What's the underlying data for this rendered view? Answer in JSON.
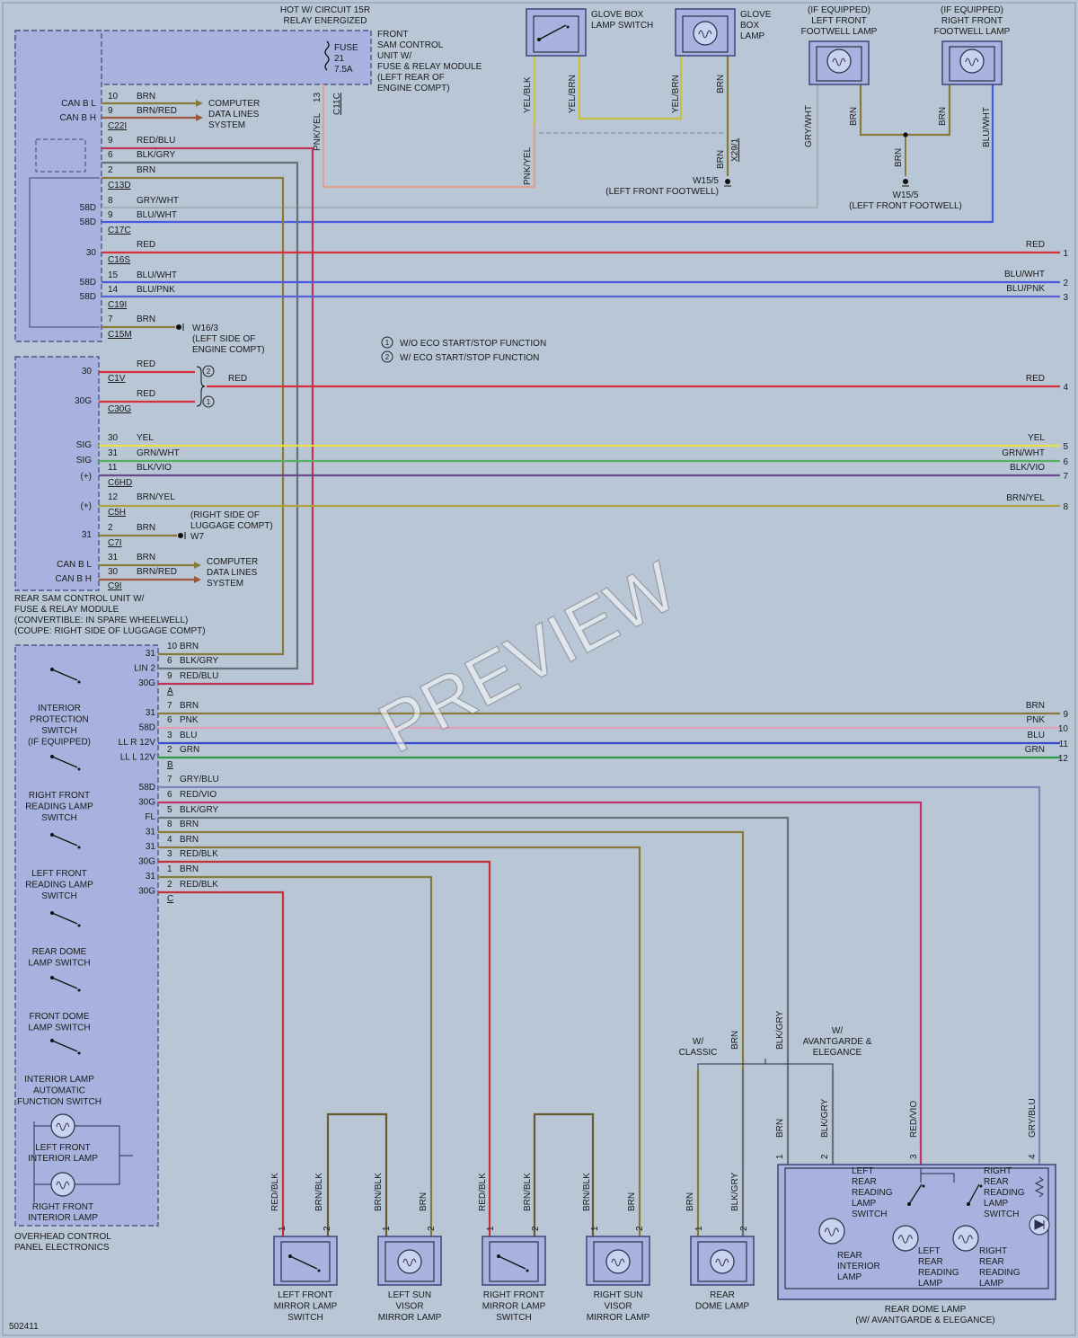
{
  "colors": {
    "background": "#b8c6d6",
    "module_fill": "#a7b3de",
    "RED": "#d7303b",
    "BRN": "#8a7a3a",
    "BLU": "#3a4ad0",
    "GRY": "#8a8f98",
    "YEL": "#e8e045",
    "GRN": "#2e9a4a",
    "PNK": "#e0a0b8",
    "VIO": "#7d4aa0",
    "GRY/WHT": "#a7afbb",
    "BLU/WHT": "#4a5ae0",
    "BLU/PNK": "#5a60d8",
    "GRN/WHT": "#55b060",
    "BLK/VIO": "#6a4a8a",
    "BRN/YEL": "#b0a23a",
    "PNK/YEL": "#e0a090",
    "YEL/BLK": "#c8c050",
    "YEL/BRN": "#c8c040",
    "BLK/GRY": "#6a6f78",
    "RED/BLU": "#c0305a",
    "RED/VIO": "#c8306a",
    "RED/BLK": "#c83038",
    "GRY/BLU": "#7a88b8",
    "BRN/RED": "#9a5a3a",
    "BRN/BLK": "#6a5a30"
  },
  "header": {
    "hot_line1": "HOT W/ CIRCUIT 15R",
    "hot_line2": "RELAY ENERGIZED"
  },
  "fuse": {
    "label": "FUSE",
    "number": "21",
    "amp": "7.5A"
  },
  "front_sam": {
    "lines": [
      "FRONT",
      "SAM CONTROL",
      "UNIT W/",
      "FUSE & RELAY MODULE",
      "(LEFT REAR OF",
      "ENGINE COMPT)"
    ]
  },
  "glove_switch": {
    "lines": [
      "GLOVE BOX",
      "LAMP SWITCH"
    ]
  },
  "glove_lamp": {
    "lines": [
      "GLOVE",
      "BOX",
      "LAMP"
    ]
  },
  "lf_footwell": {
    "lines": [
      "(IF EQUIPPED)",
      "LEFT FRONT",
      "FOOTWELL LAMP"
    ]
  },
  "rf_footwell": {
    "lines": [
      "(IF EQUIPPED)",
      "RIGHT FRONT",
      "FOOTWELL LAMP"
    ]
  },
  "grounds": {
    "w15_a": "W15/5",
    "w15_a_loc": "(LEFT FRONT FOOTWELL)",
    "w15_b": "W15/5",
    "w15_b_loc": "(LEFT FRONT FOOTWELL)",
    "w16": [
      "W16/3",
      "(LEFT SIDE OF",
      "ENGINE COMPT)"
    ],
    "w7": [
      "(RIGHT SIDE OF",
      "LUGGAGE COMPT)",
      "W7"
    ]
  },
  "computer_data_lines": [
    "COMPUTER",
    "DATA LINES",
    "SYSTEM"
  ],
  "front_pins": {
    "can_bl": "CAN B L",
    "can_bh": "CAN B H",
    "p58d": "58D",
    "p30": "30"
  },
  "connectors": {
    "c22i": "C22I",
    "c13d": "C13D",
    "c17c": "C17C",
    "c16s": "C16S",
    "c19i": "C19I",
    "c15m": "C15M",
    "c11c": "C11C",
    "x29": "X29/1",
    "c1v": "C1V",
    "c30g": "C30G",
    "c6hd": "C6HD",
    "c5h": "C5H",
    "c7i": "C7I",
    "c9i": "C9I",
    "a": "A",
    "b": "B",
    "c": "C"
  },
  "legend": [
    {
      "mark": "1",
      "text": "W/O ECO START/STOP FUNCTION"
    },
    {
      "mark": "2",
      "text": "W/ ECO START/STOP FUNCTION"
    }
  ],
  "rear_sam": {
    "lines": [
      "REAR SAM CONTROL UNIT W/",
      "FUSE & RELAY MODULE",
      "(CONVERTIBLE: IN SPARE WHEELWELL)",
      "(COUPE: RIGHT SIDE OF LUGGAGE COMPT)"
    ],
    "pins": {
      "p30": "30",
      "p30g": "30G",
      "sig": "SIG",
      "plus": "(+)",
      "p31": "31",
      "can_bl": "CAN B L",
      "can_bh": "CAN B H"
    }
  },
  "overhead": {
    "title": [
      "OVERHEAD CONTROL",
      "PANEL ELECTRONICS"
    ],
    "switches": [
      [
        "INTERIOR",
        "PROTECTION",
        "SWITCH",
        "(IF EQUIPPED)"
      ],
      [
        "RIGHT FRONT",
        "READING LAMP",
        "SWITCH"
      ],
      [
        "LEFT FRONT",
        "READING LAMP",
        "SWITCH"
      ],
      [
        "REAR DOME",
        "LAMP SWITCH"
      ],
      [
        "FRONT DOME",
        "LAMP SWITCH"
      ],
      [
        "INTERIOR LAMP",
        "AUTOMATIC",
        "FUNCTION SWITCH"
      ]
    ],
    "lamps": [
      [
        "LEFT FRONT",
        "INTERIOR LAMP"
      ],
      [
        "RIGHT FRONT",
        "INTERIOR LAMP"
      ]
    ],
    "pins_a": [
      "31",
      "LIN 2",
      "30G"
    ],
    "pins_b": [
      "31",
      "58D",
      "LL R 12V",
      "LL L 12V"
    ],
    "pins_c": [
      "58D",
      "30G",
      "FL",
      "31",
      "31",
      "30G",
      "31",
      "30G"
    ]
  },
  "wires_top": [
    {
      "pin": "10",
      "color": "BRN"
    },
    {
      "pin": "9",
      "color": "BRN/RED"
    },
    {
      "pin": "9",
      "color": "RED/BLU"
    },
    {
      "pin": "6",
      "color": "BLK/GRY"
    },
    {
      "pin": "2",
      "color": "BRN"
    },
    {
      "pin": "8",
      "color": "GRY/WHT"
    },
    {
      "pin": "9",
      "color": "BLU/WHT"
    },
    {
      "pin": "",
      "color": "RED"
    },
    {
      "pin": "15",
      "color": "BLU/WHT"
    },
    {
      "pin": "14",
      "color": "BLU/PNK"
    },
    {
      "pin": "7",
      "color": "BRN"
    }
  ],
  "wires_rear": [
    {
      "pin": "",
      "color": "RED"
    },
    {
      "pin": "",
      "color": "RED"
    },
    {
      "pin": "30",
      "color": "YEL"
    },
    {
      "pin": "31",
      "color": "GRN/WHT"
    },
    {
      "pin": "11",
      "color": "BLK/VIO"
    },
    {
      "pin": "12",
      "color": "BRN/YEL"
    },
    {
      "pin": "2",
      "color": "BRN"
    },
    {
      "pin": "31",
      "color": "BRN"
    },
    {
      "pin": "30",
      "color": "BRN/RED"
    }
  ],
  "wires_overhead": [
    {
      "pin": "10",
      "color": "BRN"
    },
    {
      "pin": "6",
      "color": "BLK/GRY"
    },
    {
      "pin": "9",
      "color": "RED/BLU"
    },
    {
      "pin": "7",
      "color": "BRN"
    },
    {
      "pin": "6",
      "color": "PNK"
    },
    {
      "pin": "3",
      "color": "BLU"
    },
    {
      "pin": "2",
      "color": "GRN"
    },
    {
      "pin": "7",
      "color": "GRY/BLU"
    },
    {
      "pin": "6",
      "color": "RED/VIO"
    },
    {
      "pin": "5",
      "color": "BLK/GRY"
    },
    {
      "pin": "8",
      "color": "BRN"
    },
    {
      "pin": "4",
      "color": "BRN"
    },
    {
      "pin": "3",
      "color": "RED/BLK"
    },
    {
      "pin": "1",
      "color": "BRN"
    },
    {
      "pin": "2",
      "color": "RED/BLK"
    }
  ],
  "right_labels": [
    {
      "color": "RED",
      "ref": "1"
    },
    {
      "color": "BLU/WHT",
      "ref": "2"
    },
    {
      "color": "BLU/PNK",
      "ref": "3"
    },
    {
      "color": "RED",
      "ref": "4"
    },
    {
      "color": "YEL",
      "ref": "5"
    },
    {
      "color": "GRN/WHT",
      "ref": "6"
    },
    {
      "color": "BLK/VIO",
      "ref": "7"
    },
    {
      "color": "BRN/YEL",
      "ref": "8"
    },
    {
      "color": "BRN",
      "ref": "9"
    },
    {
      "color": "PNK",
      "ref": "10"
    },
    {
      "color": "BLU",
      "ref": "11"
    },
    {
      "color": "GRN",
      "ref": "12"
    }
  ],
  "red_mid": "RED",
  "vertical_labels": {
    "pnk_yel": "PNK/YEL",
    "yel_blk": "YEL/BLK",
    "yel_brn_a": "YEL/BRN",
    "yel_brn_b": "YEL/BRN",
    "brn": "BRN",
    "gry_wht": "GRY/WHT",
    "blu_wht": "BLU/WHT",
    "blk_gry": "BLK/GRY",
    "red_vio": "RED/VIO",
    "gry_blu": "GRY/BLU",
    "red_blk": "RED/BLK",
    "brn_blk": "BRN/BLK",
    "pin1": "1",
    "pin2": "2",
    "pin3": "3",
    "pin4": "4",
    "pin13": "13"
  },
  "options": {
    "classic": [
      "W/",
      "CLASSIC"
    ],
    "avantgarde": [
      "W/",
      "AVANTGARDE &",
      "ELEGANCE"
    ]
  },
  "bottom_components": [
    [
      "LEFT FRONT",
      "MIRROR LAMP",
      "SWITCH"
    ],
    [
      "LEFT SUN",
      "VISOR",
      "MIRROR LAMP"
    ],
    [
      "RIGHT FRONT",
      "MIRROR LAMP",
      "SWITCH"
    ],
    [
      "RIGHT SUN",
      "VISOR",
      "MIRROR LAMP"
    ],
    [
      "REAR",
      "DOME LAMP"
    ]
  ],
  "rear_dome_assembly": {
    "title": [
      "REAR DOME LAMP",
      "(W/ AVANTGARDE & ELEGANCE)"
    ],
    "parts": {
      "lr_switch": [
        "LEFT",
        "REAR",
        "READING",
        "LAMP",
        "SWITCH"
      ],
      "rr_switch": [
        "RIGHT",
        "REAR",
        "READING",
        "LAMP",
        "SWITCH"
      ],
      "rear_interior": [
        "REAR",
        "INTERIOR",
        "LAMP"
      ],
      "lr_lamp": [
        "LEFT",
        "REAR",
        "READING",
        "LAMP"
      ],
      "rr_lamp": [
        "RIGHT",
        "REAR",
        "READING",
        "LAMP"
      ]
    }
  },
  "watermark": "PREVIEW",
  "figure_id": "502411"
}
